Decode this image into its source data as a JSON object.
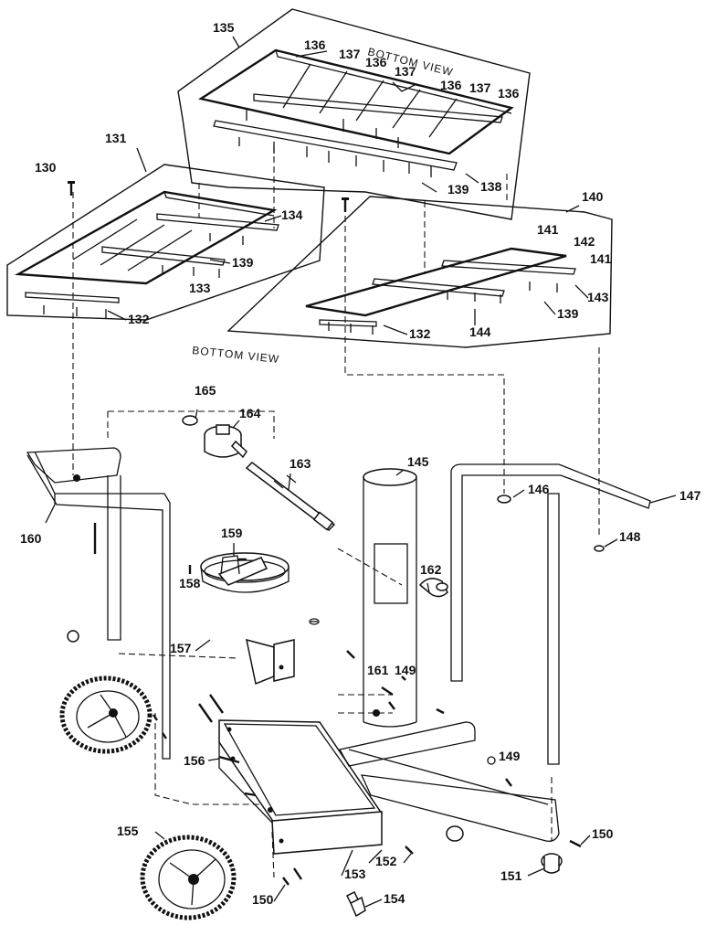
{
  "captions": {
    "bottom_view_top": "BOTTOM VIEW",
    "bottom_view_left": "BOTTOM VIEW"
  },
  "labels": {
    "p130": "130",
    "p131": "131",
    "p132a": "132",
    "p132b": "132",
    "p133": "133",
    "p134": "134",
    "p135": "135",
    "p136a": "136",
    "p136b": "136",
    "p136c": "136",
    "p136d": "136",
    "p137a": "137",
    "p137b": "137",
    "p137c": "137",
    "p138": "138",
    "p139a": "139",
    "p139b": "139",
    "p139c": "139",
    "p140": "140",
    "p141a": "141",
    "p141b": "141",
    "p142": "142",
    "p143": "143",
    "p144": "144",
    "p145": "145",
    "p146": "146",
    "p147": "147",
    "p148": "148",
    "p149a": "149",
    "p149b": "149",
    "p150a": "150",
    "p150b": "150",
    "p151": "151",
    "p152": "152",
    "p153": "153",
    "p154": "154",
    "p155": "155",
    "p156": "156",
    "p157": "157",
    "p158": "158",
    "p159": "159",
    "p160": "160",
    "p161": "161",
    "p162": "162",
    "p163": "163",
    "p164": "164",
    "p165": "165"
  }
}
